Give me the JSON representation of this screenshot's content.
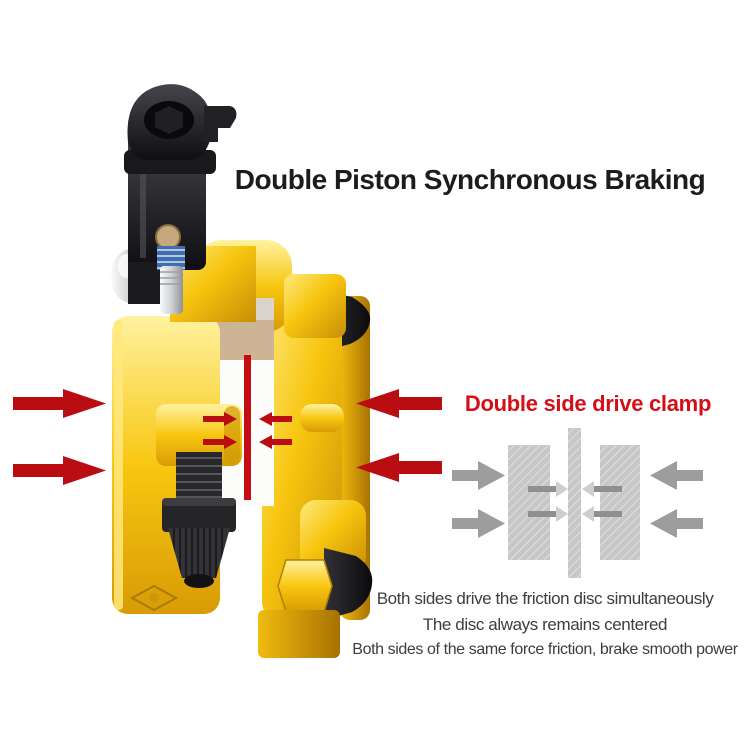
{
  "title": {
    "text": "Double Piston Synchronous Braking",
    "color": "#1c1c1c"
  },
  "callout": {
    "text": "Double side drive clamp",
    "color": "#d40f17"
  },
  "footnotes": {
    "line1": "Both sides drive the friction disc simultaneously",
    "line2": "The disc always remains centered",
    "line3": "Both sides of the same force friction, brake smooth power",
    "color": "#3d3d3d"
  },
  "colors": {
    "background": "#ffffff",
    "force_arrow_red": "#ba0d11",
    "rotor_line_red": "#c40d12",
    "caliper_gold": "#f6c10b",
    "caliper_gold_dark": "#b97f04",
    "lever_black": "#1a1a1d",
    "diagram_arrow_gray": "#9d9d9d",
    "diagram_pad_gray": "#c7c7c7",
    "diagram_piston_arrow_light": "#cecece"
  },
  "photo": {
    "subject": "gold-bicycle-disc-brake-caliper",
    "parts": [
      "brake-lever-arm",
      "lever-cap",
      "fixing-bolt",
      "silver-dome-bolt",
      "front-plate",
      "pad-slot",
      "rotor-red-line",
      "cable-barrel-adjuster",
      "piston-cone-caps",
      "mount-tab"
    ]
  },
  "diagram": {
    "parts": [
      "left-brake-pad",
      "right-brake-pad",
      "rotor-disc",
      "left-inward-force-arrows",
      "right-inward-force-arrows",
      "left-piston-push-arrows",
      "right-piston-push-arrows"
    ]
  }
}
